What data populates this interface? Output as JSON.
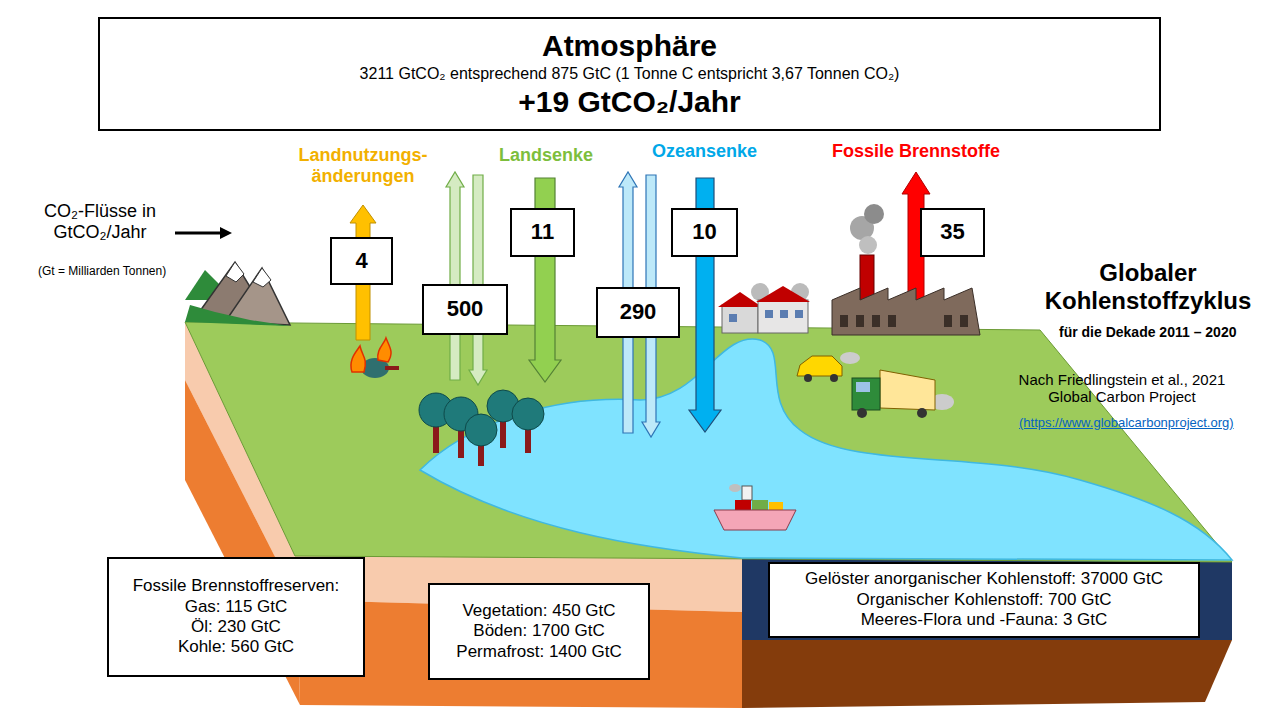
{
  "diagram": {
    "title": "Globaler Kohlenstoffzyklus",
    "nodes": [
      {
        "text": [
          "Atmosphäre",
          "3211 GtCO₂ entsprechend 875 GtC (1 Tonne C entspricht 3,67 Tonnen CO₂)",
          "+19 GtCO₂/Jahr"
        ]
      },
      {
        "text": [
          "4"
        ]
      },
      {
        "text": [
          "500"
        ]
      },
      {
        "text": [
          "11"
        ]
      },
      {
        "text": [
          "290"
        ]
      },
      {
        "text": [
          "10"
        ]
      },
      {
        "text": [
          "35"
        ]
      },
      {
        "text": [
          "Fossile Brennstoffreserven:",
          "Gas: 115 GtC",
          "Öl: 230 GtC",
          "Kohle: 560 GtC"
        ]
      },
      {
        "text": [
          "Vegetation: 450 GtC",
          "Böden: 1700 GtC",
          "Permafrost: 1400 GtC"
        ]
      },
      {
        "text": [
          "Gelöster anorganischer Kohlenstoff: 37000 GtC",
          "Organischer Kohlenstoff: 700 GtC",
          "Meeres-Flora und -Fauna: 3 GtC"
        ]
      }
    ],
    "labels": [
      "CO₂-Flüsse in GtCO₂/Jahr",
      "(Gt = Milliarden Tonnen)",
      "Landnutzungs- änderungen",
      "Landsenke",
      "Ozeansenke",
      "Fossile Brennstoffe",
      "für die Dekade 2011 – 2020",
      "Nach Friedlingstein et al., 2021 Global Carbon Project",
      "(https://www.globalcarbonproject.org)"
    ]
  }
}
